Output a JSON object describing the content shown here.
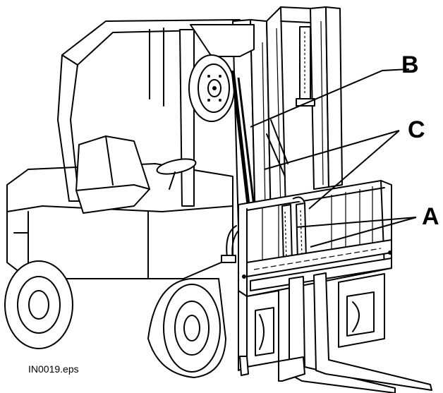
{
  "labels": {
    "a": "A",
    "b": "B",
    "c": "C"
  },
  "caption": "IN0019.eps"
}
